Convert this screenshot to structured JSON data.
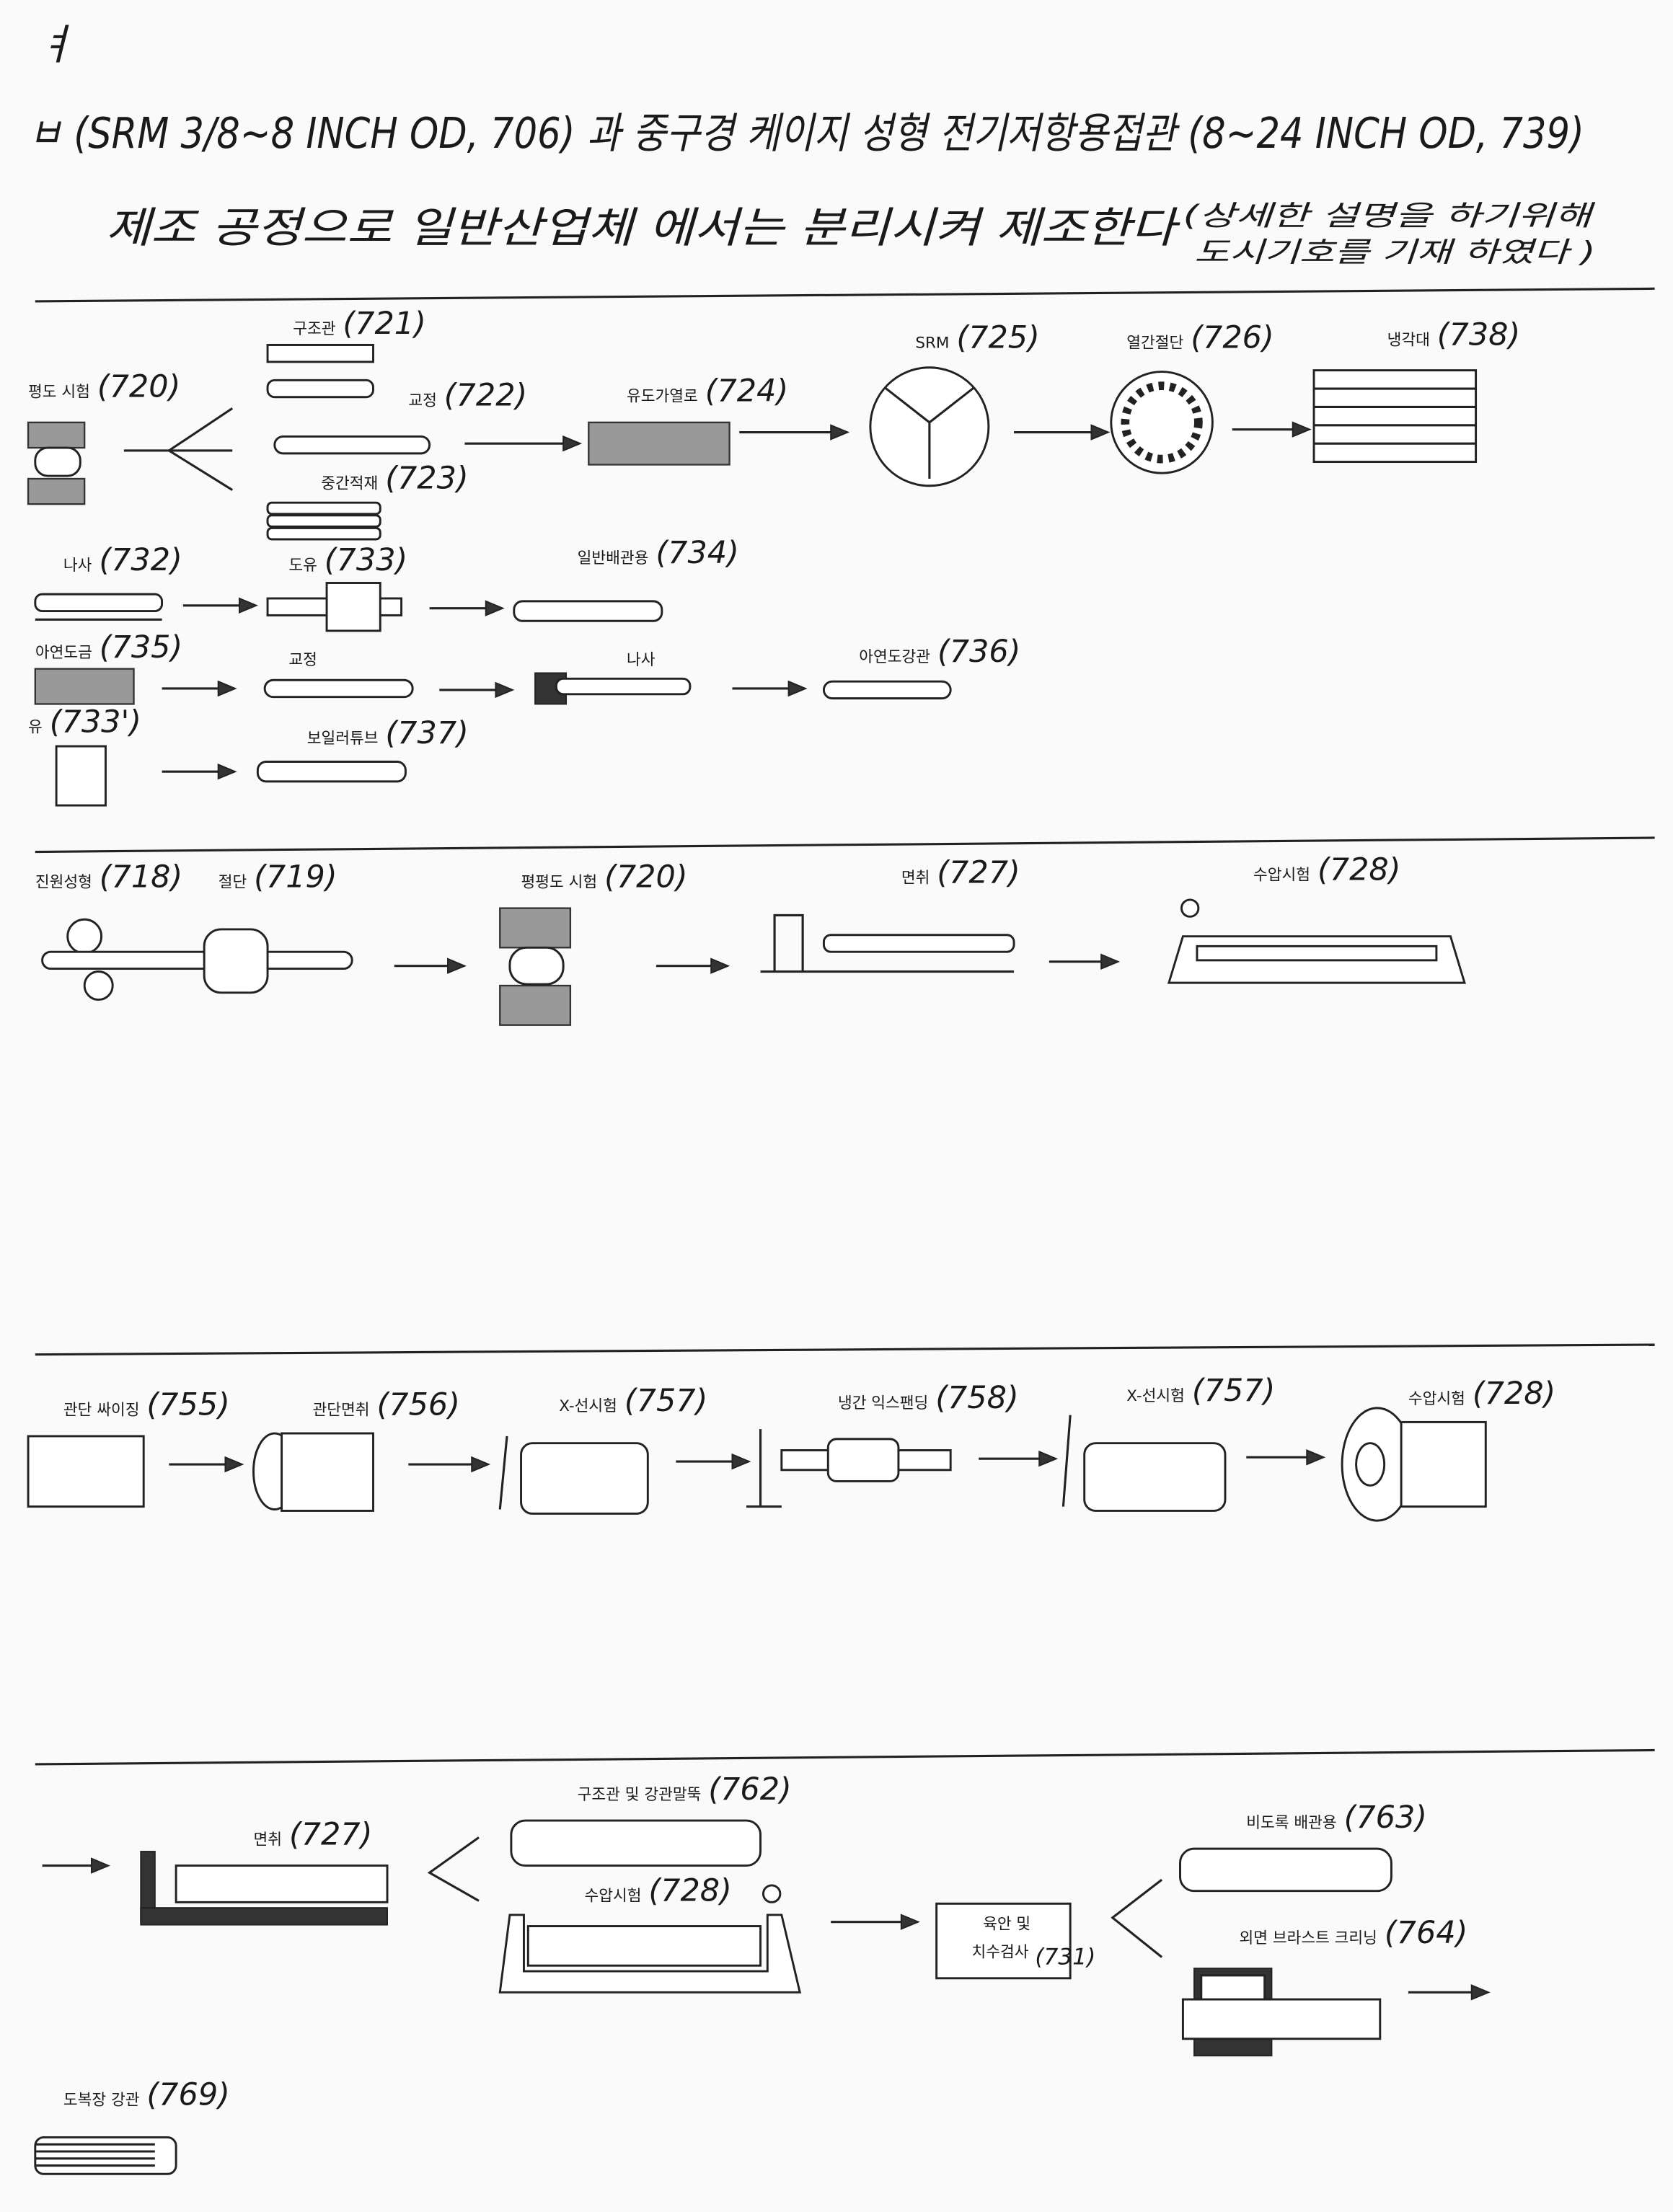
{
  "header": {
    "mark": "ㅕ",
    "line1": "ㅂ (SRM 3/8~8 INCH OD, 706) 과 중구경 케이지 성형 전기저항용접관 (8~24 INCH OD, 739)",
    "line2": "제조 공정으로 일반산업체 에서는 분리시켜 제조한다",
    "note1": "(상세한 설명을 하기위해",
    "note2": "도시기호를 기재 하였다 )"
  },
  "section1": {
    "labels": [
      {
        "text": "평도 시험",
        "num": "(720)"
      },
      {
        "text": "구조관",
        "num": "(721)"
      },
      {
        "text": "교정",
        "num": "(722)"
      },
      {
        "text": "중간적재",
        "num": "(723)"
      },
      {
        "text": "유도가열로",
        "num": "(724)"
      },
      {
        "text": "SRM",
        "num": "(725)"
      },
      {
        "text": "열간절단",
        "num": "(726)"
      },
      {
        "text": "냉각대",
        "num": "(738)"
      },
      {
        "text": "나사",
        "num": "(732)"
      },
      {
        "text": "도유",
        "num": "(733)"
      },
      {
        "text": "일반배관용",
        "num": "(734)"
      },
      {
        "text": "아연도금",
        "num": "(735)"
      },
      {
        "text": "교정",
        "num": ""
      },
      {
        "text": "나사",
        "num": ""
      },
      {
        "text": "아연도강관",
        "num": "(736)"
      },
      {
        "text": "유",
        "num": "(733')"
      },
      {
        "text": "보일러튜브",
        "num": "(737)"
      }
    ]
  },
  "section2": {
    "labels": [
      {
        "text": "진원성형",
        "num": "(718)"
      },
      {
        "text": "절단",
        "num": "(719)"
      },
      {
        "text": "평평도 시험",
        "num": "(720)"
      },
      {
        "text": "면취",
        "num": "(727)"
      },
      {
        "text": "수압시험",
        "num": "(728)"
      }
    ]
  },
  "section3": {
    "labels": [
      {
        "text": "관단 싸이징",
        "num": "(755)"
      },
      {
        "text": "관단면취",
        "num": "(756)"
      },
      {
        "text": "X-선시험",
        "num": "(757)"
      },
      {
        "text": "냉간 익스팬딩",
        "num": "(758)"
      },
      {
        "text": "X-선시험",
        "num": "(757)"
      },
      {
        "text": "수압시험",
        "num": "(728)"
      }
    ]
  },
  "section4": {
    "labels": [
      {
        "text": "면취",
        "num": "(727)"
      },
      {
        "text": "구조관 및 강관말뚝",
        "num": "(762)"
      },
      {
        "text": "수압시험",
        "num": "(728)"
      },
      {
        "text": "비도록 배관용",
        "num": "(763)"
      },
      {
        "text": "외면 브라스트 크리닝",
        "num": "(764)"
      },
      {
        "text": "도복장 강관",
        "num": "(769)"
      }
    ],
    "inspection_box": {
      "line1": "육안 및",
      "line2": "치수검사",
      "num": "(731)"
    }
  }
}
